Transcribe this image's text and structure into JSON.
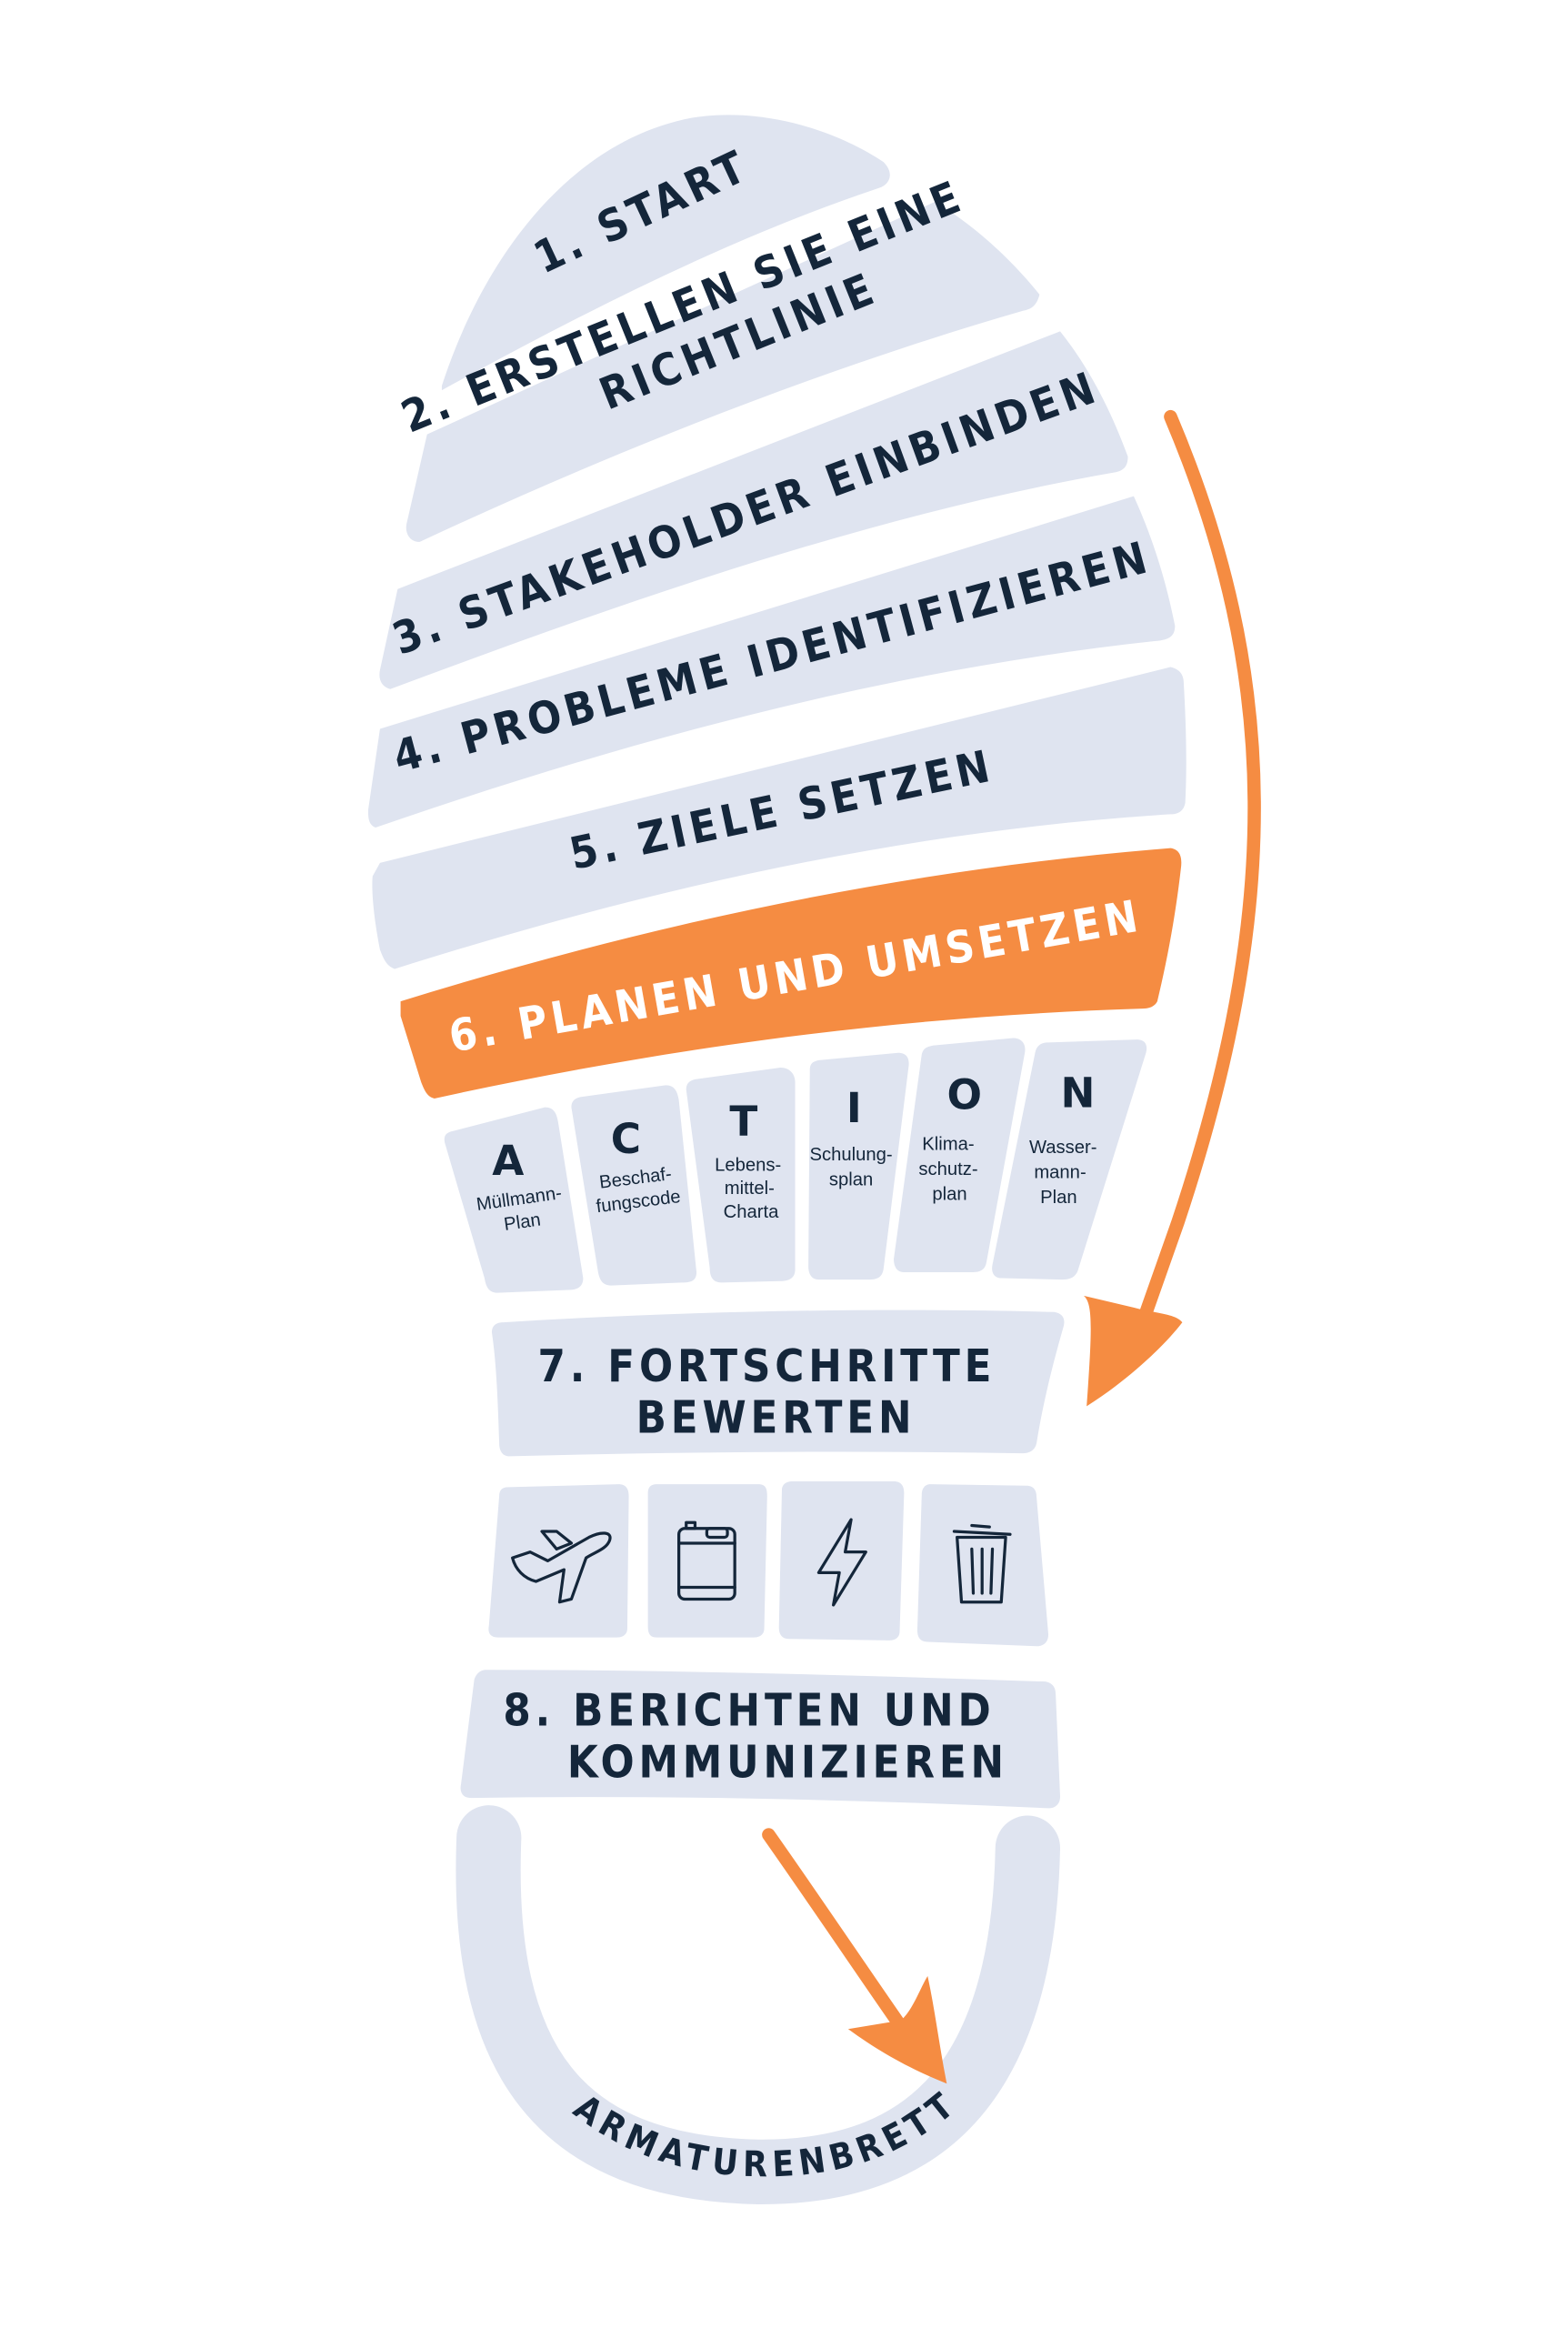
{
  "steps": {
    "s1": "1. START",
    "s2_line1": "2. ERSTELLEN SIE EINE",
    "s2_line2": "RICHTLINIE",
    "s3": "3. STAKEHOLDER EINBINDEN",
    "s4": "4. PROBLEME IDENTIFIZIEREN",
    "s5": "5. ZIELE SETZEN",
    "s6": "6. PLANEN UND UMSETZEN",
    "s7_line1": "7. FORTSCHRITTE",
    "s7_line2": "BEWERTEN",
    "s8_line1": "8. BERICHTEN UND",
    "s8_line2": "KOMMUNIZIEREN",
    "dashboard": "ARMATURENBRETT"
  },
  "action": [
    {
      "letter": "A",
      "lines": [
        "Müllmann-",
        "Plan"
      ]
    },
    {
      "letter": "C",
      "lines": [
        "Beschaf-",
        "fungscode"
      ]
    },
    {
      "letter": "T",
      "lines": [
        "Lebens-",
        "mittel-",
        "Charta"
      ]
    },
    {
      "letter": "I",
      "lines": [
        "Schulung-",
        "splan"
      ]
    },
    {
      "letter": "O",
      "lines": [
        "Klima-",
        "schutz-",
        "plan"
      ]
    },
    {
      "letter": "N",
      "lines": [
        "Wasser-",
        "mann-",
        "Plan"
      ]
    }
  ],
  "icons": [
    "airplane-icon",
    "canister-icon",
    "lightning-icon",
    "trash-can-icon"
  ],
  "colors": {
    "band": "#dfe4f0",
    "accent": "#f58c42",
    "text": "#14263a"
  }
}
